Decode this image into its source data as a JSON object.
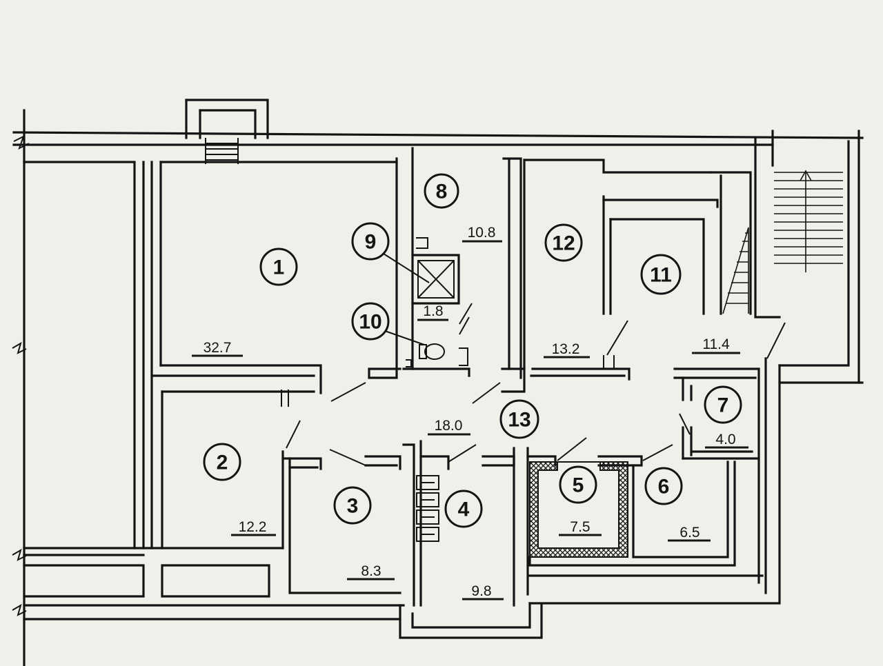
{
  "rooms": [
    {
      "number": "1",
      "area": "32.7"
    },
    {
      "number": "2",
      "area": "12.2"
    },
    {
      "number": "3",
      "area": "8.3"
    },
    {
      "number": "4",
      "area": "9.8"
    },
    {
      "number": "5",
      "area": "7.5"
    },
    {
      "number": "6",
      "area": "6.5"
    },
    {
      "number": "7",
      "area": "4.0"
    },
    {
      "number": "8",
      "area": "10.8"
    },
    {
      "number": "9",
      "area": "1.8"
    },
    {
      "number": "10",
      "area": ""
    },
    {
      "number": "11",
      "area": "11.4"
    },
    {
      "number": "12",
      "area": "13.2"
    },
    {
      "number": "13",
      "area": "18.0"
    }
  ]
}
